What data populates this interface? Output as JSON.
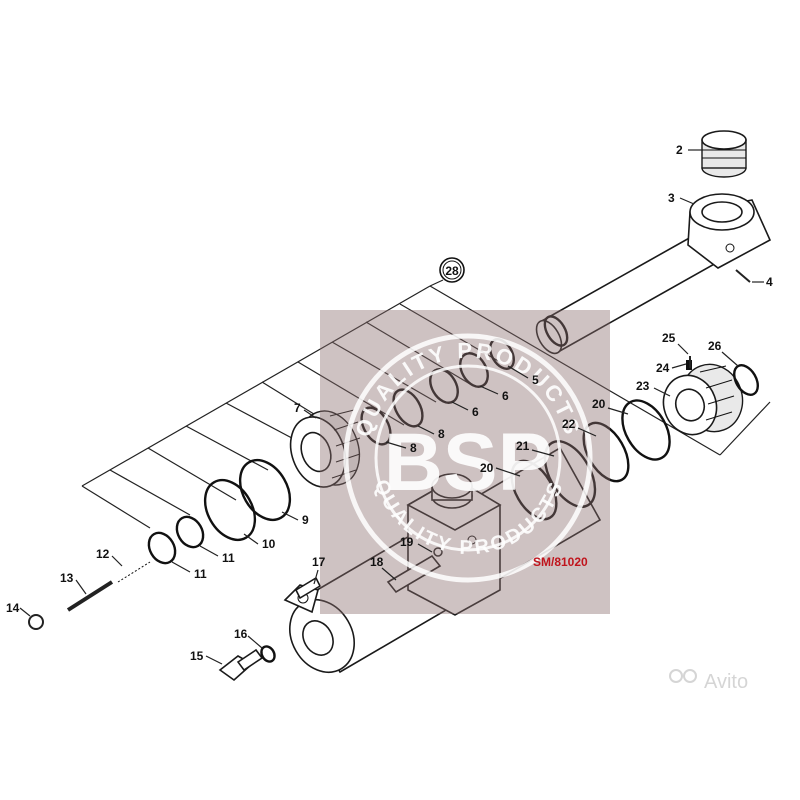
{
  "diagram": {
    "callouts": [
      "2",
      "3",
      "4",
      "5",
      "6",
      "6",
      "7",
      "8",
      "8",
      "9",
      "10",
      "11",
      "11",
      "12",
      "13",
      "14",
      "15",
      "16",
      "17",
      "18",
      "19",
      "20",
      "20",
      "21",
      "22",
      "23",
      "24",
      "25",
      "26"
    ],
    "group_callout": "28",
    "part_number": "SM/81020"
  },
  "watermark": {
    "logo_text": "BSP",
    "ring_text": "QUALITY PRODUCTS",
    "ring_text_bottom": "QUALITY PRODUCTS",
    "overlay_color": "#8a6e6e"
  },
  "source_mark": {
    "text": "Avito"
  },
  "colors": {
    "part_number": "#c0141c",
    "line": "#1a1a1a"
  }
}
